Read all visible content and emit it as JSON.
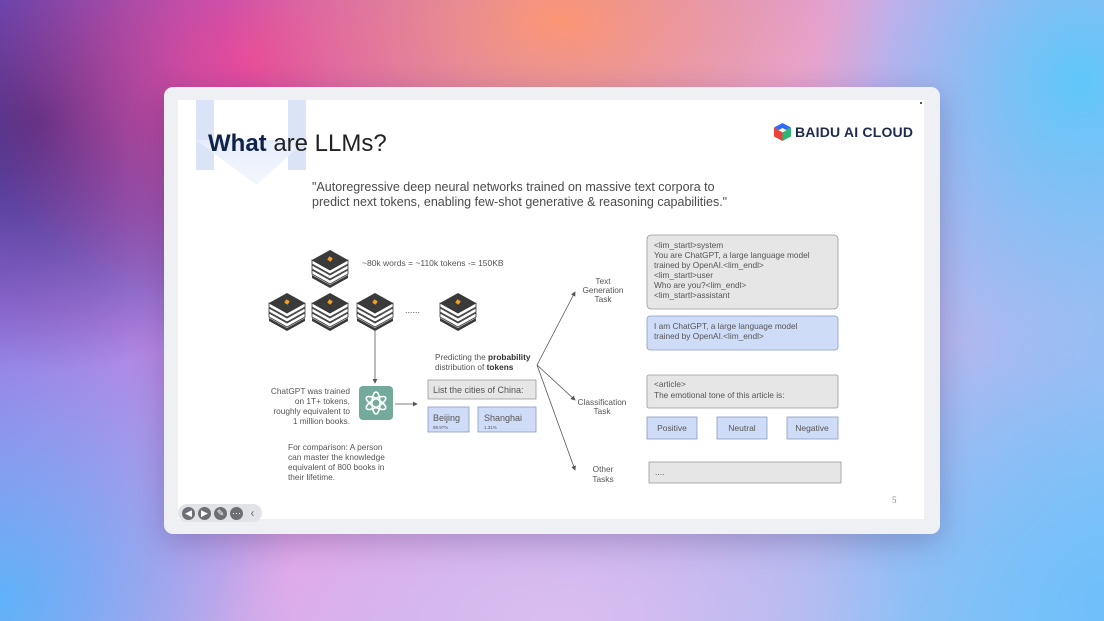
{
  "slide": {
    "title_dark": "What",
    "title_rest": " are LLMs?",
    "logo_text": "BAIDU AI CLOUD",
    "quote_line1": "\"Autoregressive deep neural networks trained on massive text corpora to",
    "quote_line2": "predict next tokens, enabling few-shot generative & reasoning capabilities.\"",
    "page_number": "5"
  },
  "diagram": {
    "words_tokens": "~80k words = ~110k tokens -= 150KB",
    "dots": "......",
    "trained_note": [
      "ChatGPT was trained",
      "on 1T+ tokens,",
      "roughly equivalent to",
      "1 million books."
    ],
    "comparison_note": [
      "For comparison: A person",
      "can master the knowledge",
      "equivalent of 800 books in",
      "their lifetime."
    ],
    "predicting_prefix": "Predicting the ",
    "predicting_bold1": "probability",
    "predicting_line2_prefix": "distribution of ",
    "predicting_bold2": "tokens",
    "prompt_box": "List the cities of China:",
    "candidates": [
      {
        "city": "Beijing",
        "prob": "98.97%"
      },
      {
        "city": "Shanghai",
        "prob": "1.31%"
      }
    ],
    "tasks": {
      "text_generation": [
        "Text",
        "Generation",
        "Task"
      ],
      "classification": [
        "Classification",
        "Task"
      ],
      "other": [
        "Other",
        "Tasks"
      ]
    },
    "chat_prompt": [
      "<lim_startl>system",
      "You are ChatGPT, a large language model",
      "trained by OpenAI.<lim_endl>",
      "<lim_startl>user",
      "Who are you?<lim_endl>",
      "<lim_startl>assistant"
    ],
    "chat_response": [
      "I am ChatGPT, a large language model",
      "trained by OpenAI.<lim_endl>"
    ],
    "article_prompt": [
      "<article>",
      "The emotional tone of this article is:"
    ],
    "sentiments": [
      "Positive",
      "Neutral",
      "Negative"
    ],
    "other_box": "...."
  },
  "colors": {
    "blue_box": "#cfdcf8",
    "gray_box": "#e6e6e6",
    "gpt_green": "#74aa9c",
    "title_dark": "#10224a"
  },
  "icons": {
    "logo": "baidu-cube-icon",
    "books": "book-stack-icon",
    "model": "chatgpt-logo-icon"
  },
  "toolbar": {
    "buttons": [
      "previous-icon",
      "next-icon",
      "pen-icon",
      "more-icon",
      "collapse-icon"
    ]
  }
}
